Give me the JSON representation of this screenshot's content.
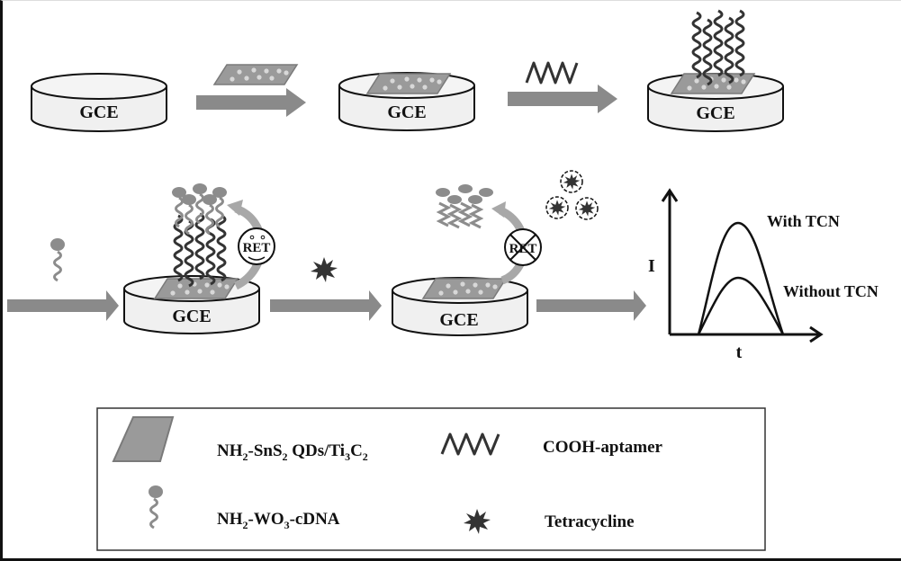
{
  "figure": {
    "electrode_label": "GCE",
    "steps": [
      {
        "id": "bare-electrode",
        "label": "GCE"
      },
      {
        "id": "modified-electrode",
        "label": "GCE",
        "added": "NH2-SnS2 QDs/Ti3C2"
      },
      {
        "id": "aptamer-electrode",
        "label": "GCE",
        "added": "COOH-aptamer"
      },
      {
        "id": "cdna-hybridized-electrode",
        "label": "GCE",
        "added": "NH2-WO3-cDNA",
        "ret_state": "on"
      },
      {
        "id": "target-bound-electrode",
        "label": "GCE",
        "added": "Tetracycline",
        "ret_state": "off"
      }
    ],
    "ret_badge": "RET",
    "colors": {
      "arrow": "#8a8a8a",
      "nanosheet": "#9a9a9a",
      "aptamer": "#333333",
      "cdna": "#8c8c8c",
      "electrode_fill": "#f0f0f0",
      "outline": "#111111"
    }
  },
  "plot": {
    "ylabel": "I",
    "xlabel": "t",
    "curves": [
      {
        "name": "With TCN",
        "relative_peak": 1.0
      },
      {
        "name": "Without TCN",
        "relative_peak": 0.55
      }
    ]
  },
  "legend": {
    "items": [
      {
        "icon": "nanosheet-icon",
        "label_main": "NH",
        "label": "NH2-SnS2 QDs/Ti3C2"
      },
      {
        "icon": "aptamer-icon",
        "label": "COOH-aptamer"
      },
      {
        "icon": "cdna-icon",
        "label": "NH2-WO3-cDNA"
      },
      {
        "icon": "tetracycline-icon",
        "label": "Tetracycline"
      }
    ]
  }
}
